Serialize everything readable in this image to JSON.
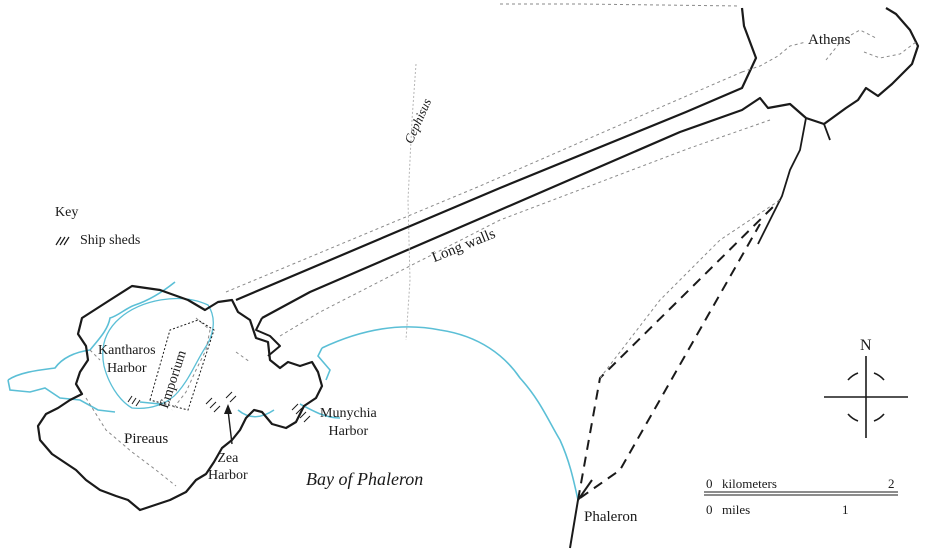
{
  "places": {
    "athens": "Athens",
    "phaleron": "Phaleron",
    "pireaus": "Pireaus",
    "kantharos_line1": "Kantharos",
    "kantharos_line2": "Harbor",
    "zea_line1": "Zea",
    "zea_line2": "Harbor",
    "munychia_line1": "Munychia",
    "munychia_line2": "Harbor",
    "bay": "Bay of Phaleron",
    "emporium": "Emporium",
    "long_walls": "Long walls",
    "river": "Cephisus"
  },
  "key": {
    "title": "Key",
    "symbol": "///",
    "ship_sheds": "Ship sheds"
  },
  "compass": {
    "north": "N"
  },
  "scale": {
    "km_start": "0",
    "km_label": "kilometers",
    "km_end": "2",
    "mi_start": "0",
    "mi_label": "miles",
    "mi_end": "1"
  },
  "colors": {
    "coast": "#5bbfd6",
    "ink": "#1a1a1a",
    "dashed_gray": "#8a8a8a"
  }
}
